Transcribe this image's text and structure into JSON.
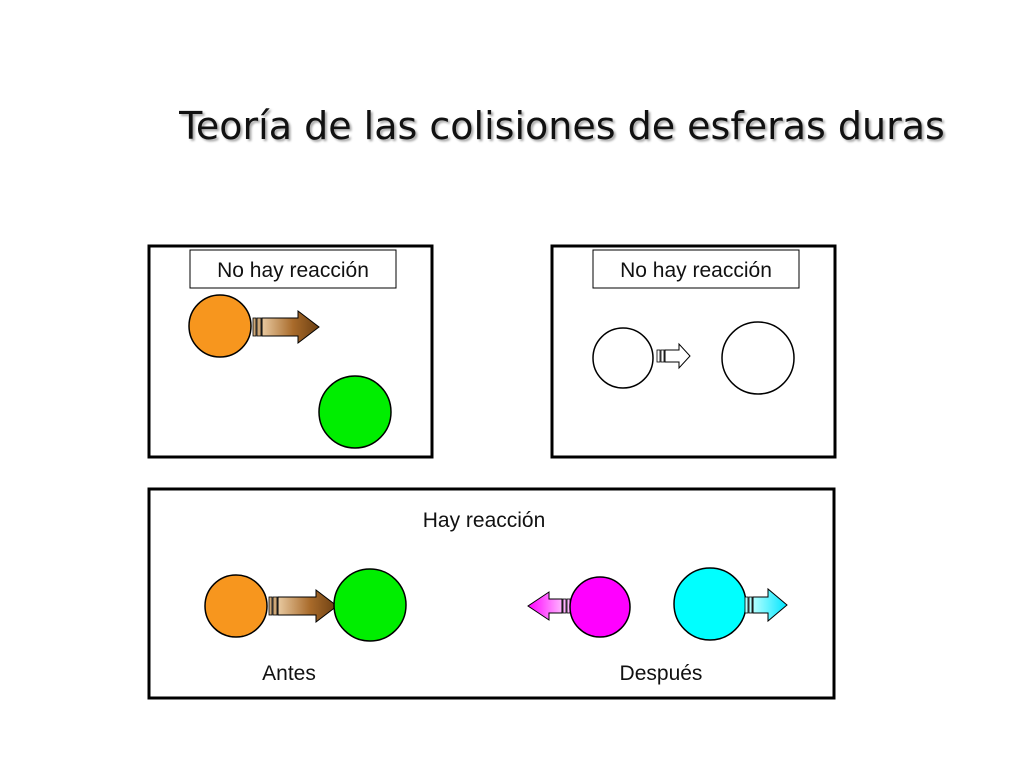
{
  "title": "Teoría de las colisiones de esferas duras",
  "panels": {
    "top_left": {
      "label": "No hay reacción"
    },
    "top_right": {
      "label": "No hay reacción"
    },
    "bottom": {
      "label": "Hay reacción",
      "before_label": "Antes",
      "after_label": "Después"
    }
  },
  "colors": {
    "orange": "#f7961e",
    "green": "#00ee00",
    "magenta": "#ff00ff",
    "cyan": "#00ffff",
    "brown_arrow": "#8b5a1e",
    "white": "#ffffff"
  }
}
